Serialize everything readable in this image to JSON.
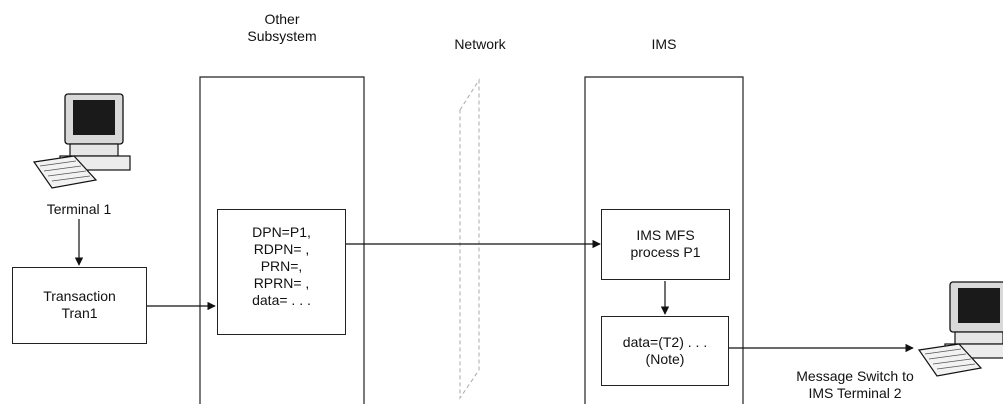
{
  "headers": {
    "other_subsystem": "Other\nSubsystem",
    "network": "Network",
    "ims": "IMS"
  },
  "terminal1": {
    "label": "Terminal 1"
  },
  "transaction": {
    "label": "Transaction\nTran1"
  },
  "dpn_box": {
    "lines": "DPN=P1,\nRDPN= ,\nPRN=,\nRPRN= ,\ndata= . . ."
  },
  "mfs_box": {
    "label": "IMS MFS\nprocess P1"
  },
  "data_box": {
    "label": "data=(T2) . . .\n(Note)"
  },
  "message_switch": {
    "label": "Message Switch to\nIMS Terminal 2"
  }
}
